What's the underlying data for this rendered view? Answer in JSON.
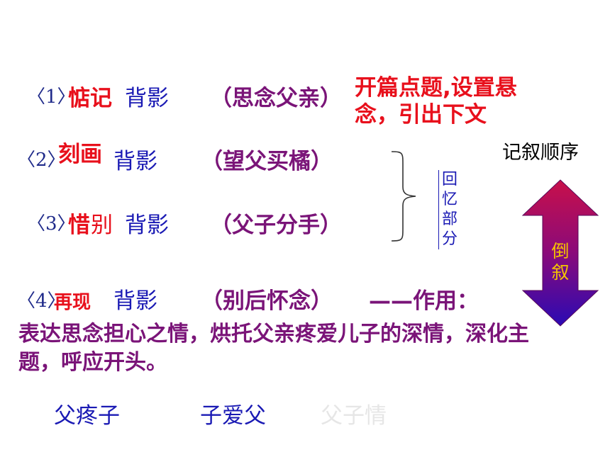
{
  "colors": {
    "red": "#e8101c",
    "blue": "#1a1ab4",
    "purple": "#7a1478",
    "faded": "#e6e6e6",
    "arrow_top": "#c8104a",
    "arrow_mid": "#8a0a7a",
    "arrow_bottom": "#2a0ab4",
    "arrow_text": "#f5c400"
  },
  "rows": [
    {
      "num": "〈1〉",
      "verb_a": "惦记",
      "verb_b": "",
      "noun": "背影",
      "content": "（思念父亲）"
    },
    {
      "num": "〈2〉",
      "verb_a": "刻画",
      "verb_b": "",
      "noun": "背影",
      "content": "（望父买橘）"
    },
    {
      "num": "〈3〉",
      "verb_a": "惜",
      "verb_b": "别",
      "noun": "背影",
      "content": "（父子分手）"
    },
    {
      "num": "〈4〉",
      "verb_a": "再现",
      "verb_b": "",
      "noun": "背影",
      "content": "（别后怀念）",
      "tail": "——作用："
    }
  ],
  "intro_note": "开篇点题,设置悬念，引出下文",
  "memory_label": "回忆部分",
  "narrative_order": "记叙顺序",
  "flashback": "倒叙",
  "effect_text": "表达思念担心之情，烘托父亲疼爱儿子的深情，深化主题，呼应开头。",
  "bottom": [
    "父疼子",
    "子爱父",
    "父子情"
  ]
}
